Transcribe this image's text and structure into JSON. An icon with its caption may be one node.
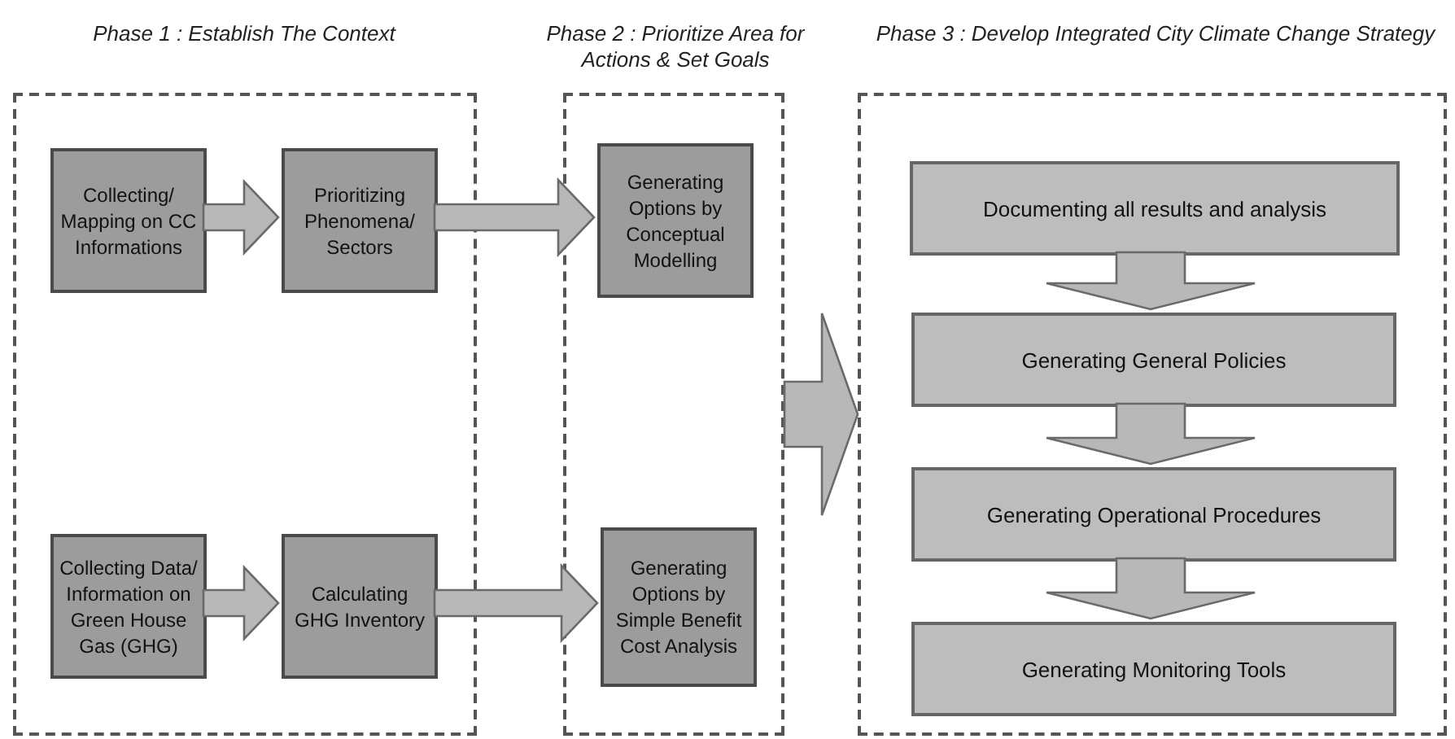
{
  "diagram": {
    "nodes": [
      {
        "text": [
          "Phase 1 : Establish The Context"
        ]
      },
      {
        "text": [
          "Collecting/ Mapping on CC Informations"
        ],
        "in": 0
      },
      {
        "text": [
          "Prioritizing Phenomena/ Sectors"
        ],
        "in": 0
      },
      {
        "text": [
          "Collecting Data/ Information on Green House Gas (GHG)"
        ],
        "in": 0
      },
      {
        "text": [
          "Calculating GHG Inventory"
        ],
        "in": 0
      },
      {
        "text": [
          "Phase 2 : Prioritize Area for Actions & Set Goals"
        ]
      },
      {
        "text": [
          "Generating Options by Conceptual Modelling"
        ],
        "in": 5
      },
      {
        "text": [
          "Generating Options by Simple Benefit Cost Analysis"
        ],
        "in": 5
      },
      {
        "text": [
          "Phase 3 : Develop Integrated City Climate Change Strategy"
        ]
      },
      {
        "text": [
          "Documenting all results and analysis"
        ],
        "in": 8
      },
      {
        "text": [
          "Generating General Policies"
        ],
        "in": 8
      },
      {
        "text": [
          "Generating Operational Procedures"
        ],
        "in": 8
      },
      {
        "text": [
          "Generating Monitoring Tools"
        ],
        "in": 8
      }
    ],
    "edges": [
      {
        "from": 1,
        "to": 2,
        "arrow": "to"
      },
      {
        "from": 2,
        "to": 6,
        "arrow": "to"
      },
      {
        "from": 3,
        "to": 4,
        "arrow": "to"
      },
      {
        "from": 4,
        "to": 7,
        "arrow": "to"
      },
      {
        "from": 5,
        "to": 8,
        "arrow": "to"
      },
      {
        "from": 9,
        "to": 10,
        "arrow": "to"
      },
      {
        "from": 10,
        "to": 11,
        "arrow": "to"
      },
      {
        "from": 11,
        "to": 12,
        "arrow": "to"
      }
    ]
  }
}
